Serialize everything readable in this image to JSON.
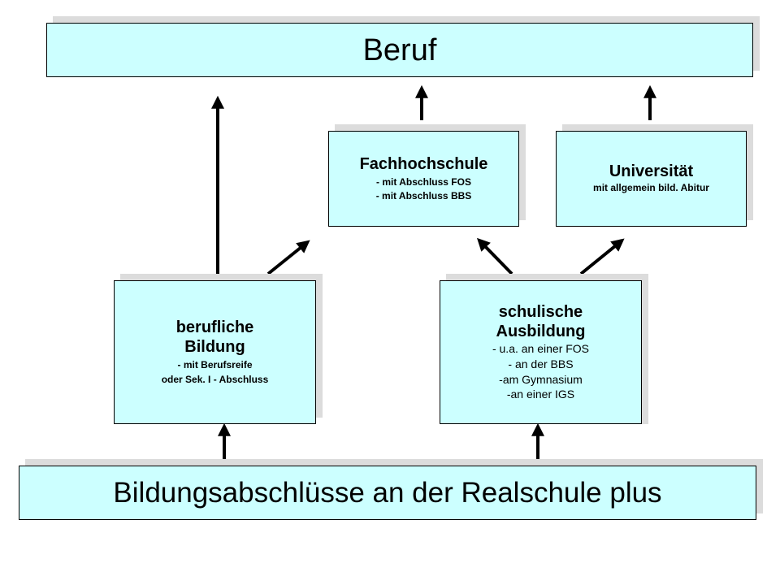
{
  "top_box": {
    "label": "Beruf"
  },
  "bottom_box": {
    "label": "Bildungsabschlüsse an der Realschule plus"
  },
  "fachhochschule": {
    "title": "Fachhochschule",
    "line1": "- mit Abschluss FOS",
    "line2": "- mit Abschluss BBS"
  },
  "universitaet": {
    "title": "Universität",
    "line1": "mit allgemein bild. Abitur"
  },
  "berufliche_bildung": {
    "title1": "berufliche",
    "title2": "Bildung",
    "line1": "- mit Berufsreife",
    "line2": "oder Sek. I - Abschluss"
  },
  "schulische_ausbildung": {
    "title1": "schulische",
    "title2": "Ausbildung",
    "items": [
      "- u.a. an einer FOS",
      "- an der BBS",
      "-am Gymnasium",
      "-an einer IGS"
    ]
  },
  "colors": {
    "box_fill": "#ccffff",
    "border": "#000000",
    "arrow": "#000000"
  }
}
